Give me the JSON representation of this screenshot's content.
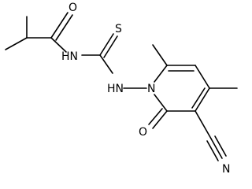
{
  "structure": {
    "atoms": {
      "O_amide": "O",
      "N_amide": "HN",
      "S_thio": "S",
      "N_hydrazine": "HN",
      "N_ring": "N",
      "O_ring": "O",
      "N_nitrile": "N"
    }
  }
}
